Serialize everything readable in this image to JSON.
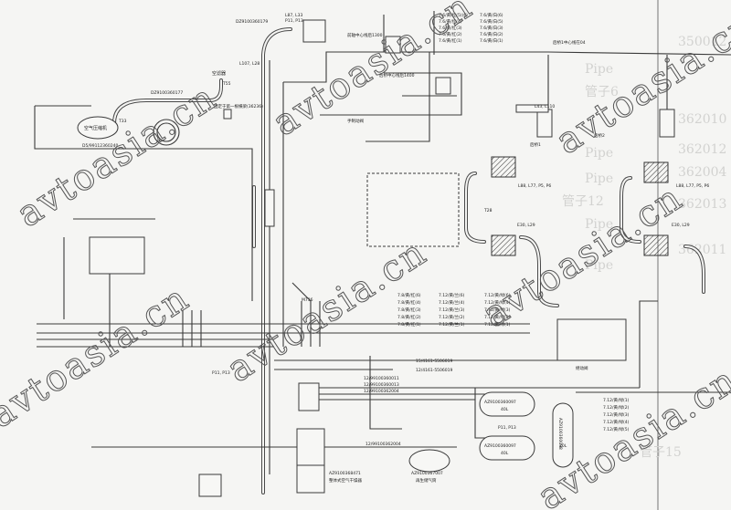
{
  "watermark": "avtoasia.cn",
  "labels": {
    "pipe_top": "DZ9100360179",
    "conn_top": "L87, L33",
    "conn_top2": "P11, P13",
    "front_axle": "前轴中心线后1300",
    "air_filter": "空滤器",
    "t55": "T55",
    "pipe_filter": "DZ9100360177",
    "compressor": "空气压缩机",
    "t33": "T33",
    "d5": "D5/99112360240",
    "fixed_beam": "固定于第一根横梁(36236)",
    "l107": "L107, L28",
    "rear1": "后桥1中心线在04",
    "rear_center": "后桥中心线后1400",
    "park_valve": "手制动阀",
    "l43": "L43, L110",
    "rear1_work": "后桥1",
    "rear2_work": "后桥2",
    "t28": "T28",
    "l88": "L88, L77, P5, P6",
    "e30": "E30, L29",
    "tank1": "AZ9100360097",
    "tank1_vol": "40L",
    "tank2": "AZ9100360097",
    "tank2_vol": "40L",
    "tank3": "AZ9100360098",
    "tank3_vol": "20L",
    "dryer": "AZ9100368471",
    "dryer_name": "整体式空气干燥器",
    "regen": "AZ9100367007",
    "regen_name": "再生储气筒",
    "relay": "继动阀",
    "p11": "P11, P13",
    "m736": "M736",
    "pipe_12a": "12/99100360011",
    "pipe_12b": "12/99100360013",
    "pipe_12c": "12/99100362004",
    "pipe_12d": "12/99100362004",
    "pipe_15": "15/4161-5506019",
    "pipe_15b": "12/4161-5506019"
  },
  "wire_tables": {
    "top": [
      "7.6/黄/红(5)(6)",
      "7.6/黄/红(4)",
      "7.6/黄/红(3)",
      "7.6/黄/红(2)",
      "7.6/黄/红(1)"
    ],
    "top2": [
      "7.6/黄/白(6)",
      "7.6/黄/白(5)",
      "7.6/黄/白(3)",
      "7.6/黄/白(2)",
      "7.6/黄/白(1)"
    ],
    "mid1": [
      "7.8/黄/红(6)",
      "7.8/黄/红(4)",
      "7.8/黄/红(3)",
      "7.8/黄/红(2)",
      "7.8/黄/红(1)"
    ],
    "mid2": [
      "7.12/黄/兰(6)",
      "7.12/黄/兰(4)",
      "7.12/黄/兰(3)",
      "7.12/黄/兰(2)",
      "7.12/黄/兰(1)"
    ],
    "mid3": [
      "7.12/黄/绿(6)",
      "7.12/黄/绿(4)",
      "7.12/黄/绿(3)",
      "7.12/黄/绿(2)",
      "7.12/黄/绿(1)"
    ],
    "right": [
      "7.12/黄/绿(1)",
      "7.12/黄/绿(2)",
      "7.12/黄/绿(3)",
      "7.12/黄/绿(4)",
      "7.12/黄/绿(5)"
    ]
  },
  "background_table": [
    "350012",
    "Pipe",
    "管子6",
    "362010",
    "Pipe",
    "362012",
    "Pipe",
    "362004",
    "362013",
    "Pipe",
    "362011",
    "管子12",
    "Pipe",
    "管子15"
  ]
}
